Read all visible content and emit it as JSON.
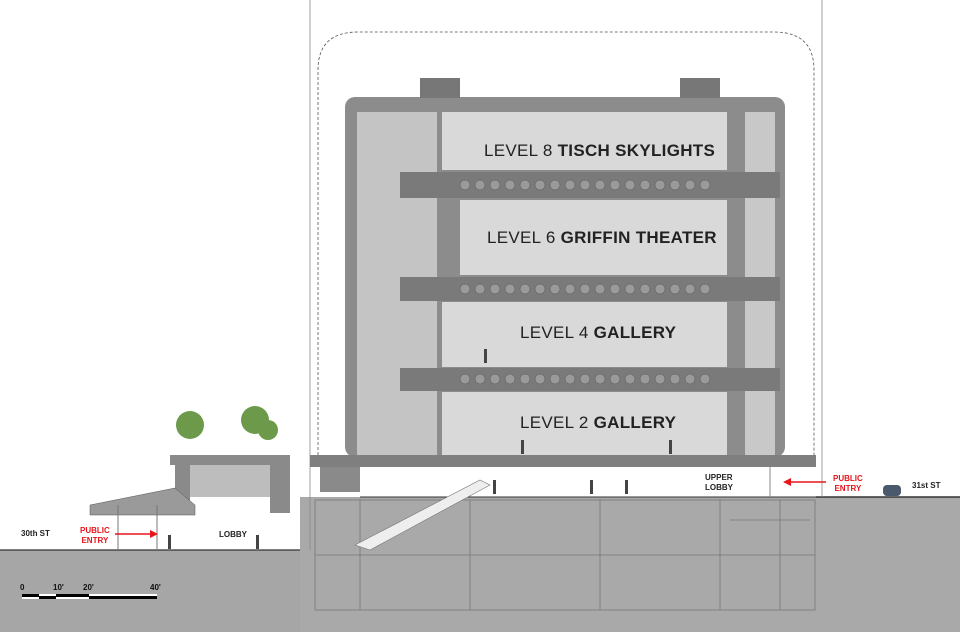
{
  "levels": [
    {
      "number": "LEVEL 8",
      "name": "TISCH SKYLIGHTS"
    },
    {
      "number": "LEVEL 6",
      "name": "GRIFFIN THEATER"
    },
    {
      "number": "LEVEL 4",
      "name": "GALLERY"
    },
    {
      "number": "LEVEL 2",
      "name": "GALLERY"
    }
  ],
  "labels": {
    "street_left": "30th ST",
    "street_right": "31st ST",
    "entry_left": "PUBLIC\nENTRY",
    "entry_right": "PUBLIC\nENTRY",
    "lobby": "LOBBY",
    "upper_lobby": "UPPER\nLOBBY"
  },
  "scale_bar": {
    "ticks": [
      "0",
      "10'",
      "20'",
      "40'"
    ]
  },
  "colors": {
    "entry": "#e8151b",
    "ground": "#a6a6a6",
    "structure": "#8c8c8c",
    "interior": "#d9d9d9"
  }
}
